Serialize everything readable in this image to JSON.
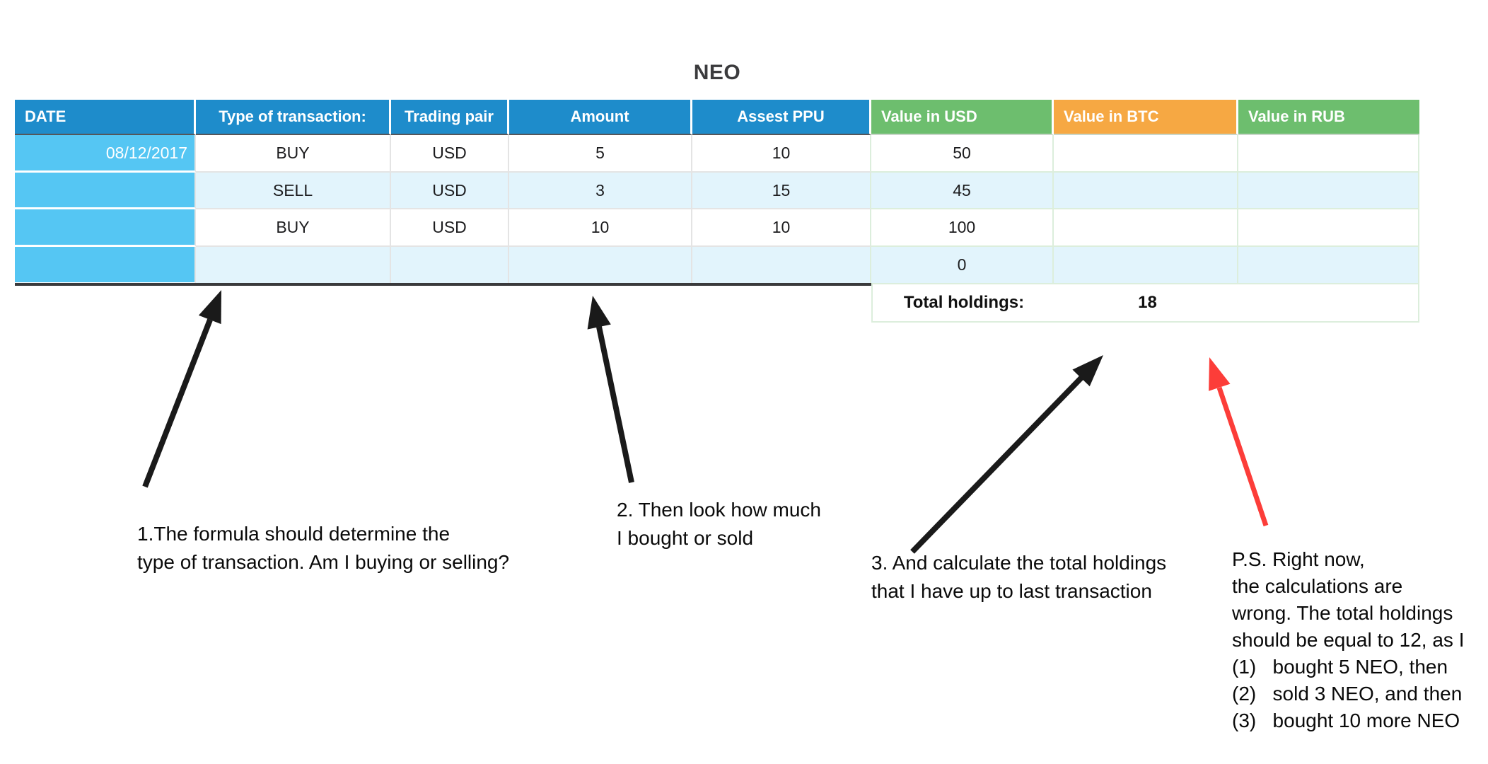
{
  "title": "NEO",
  "table": {
    "columns": [
      {
        "label": "DATE",
        "color": "blue"
      },
      {
        "label": "Type of transaction:",
        "color": "blue"
      },
      {
        "label": "Trading pair",
        "color": "blue"
      },
      {
        "label": "Amount",
        "color": "blue"
      },
      {
        "label": "Assest PPU",
        "color": "blue"
      },
      {
        "label": "Value in USD",
        "color": "green"
      },
      {
        "label": "Value in BTC",
        "color": "orange"
      },
      {
        "label": "Value in RUB",
        "color": "green"
      }
    ],
    "rows": [
      [
        "08/12/2017",
        "BUY",
        "USD",
        "5",
        "10",
        "50",
        "",
        ""
      ],
      [
        "",
        "SELL",
        "USD",
        "3",
        "15",
        "45",
        "",
        ""
      ],
      [
        "",
        "BUY",
        "USD",
        "10",
        "10",
        "100",
        "",
        ""
      ],
      [
        "",
        "",
        "",
        "",
        "",
        "0",
        "",
        ""
      ]
    ],
    "total_label": "Total holdings:",
    "total_value": "18"
  },
  "annotations": {
    "note1": "1.The formula should determine the\ntype of transaction. Am I buying or selling?",
    "note2": "2. Then look how much\nI bought or sold",
    "note3": "3. And calculate the total holdings\nthat I have up to last transaction",
    "ps": "P.S. Right now,\nthe calculations are\nwrong. The total holdings\nshould be equal to 12, as I\n(1)   bought 5 NEO, then\n(2)   sold 3 NEO, and then\n(3)   bought 10 more NEO"
  },
  "colors": {
    "header_blue": "#1E8CCB",
    "sky_blue": "#55C6F3",
    "row_alt": "#E2F4FC",
    "green": "#6DBE6E",
    "orange": "#F6A843",
    "red_arrow": "#FC3D39",
    "black_arrow": "#1A1A1A"
  }
}
